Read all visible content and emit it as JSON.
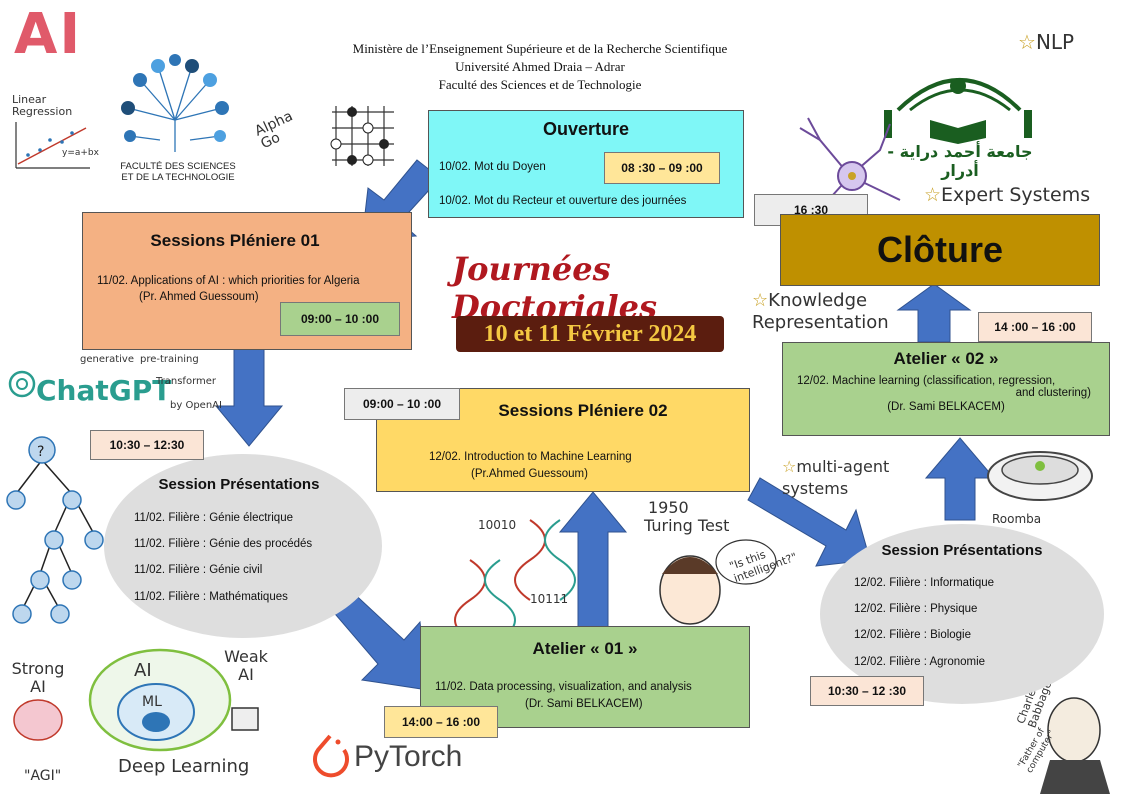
{
  "header": {
    "line1": "Ministère de l’Enseignement Supérieure et de la Recherche Scientifique",
    "line2": "Université Ahmed Draia – Adrar",
    "line3": "Faculté des Sciences et de Technologie"
  },
  "event": {
    "title": "Journées Doctoriales",
    "dates": "10 et 11 Février 2024"
  },
  "logos": {
    "ai": "AI",
    "faculty_line1": "FACULTÉ DES SCIENCES",
    "faculty_line2": "ET DE LA TECHNOLOGIE",
    "university_arabic": "جامعة أحمد دراية - أدرار",
    "pytorch": "PyTorch"
  },
  "ouverture": {
    "title": "Ouverture",
    "line1": "10/02. Mot du Doyen",
    "line2": "10/02. Mot du Recteur et ouverture des journées",
    "time": "08 :30 – 09 :00"
  },
  "pleniere1": {
    "title": "Sessions Pléniere 01",
    "line1": "11/02. Applications of AI : which priorities for Algeria",
    "line2": "(Pr. Ahmed Guessoum)",
    "time": "09:00 – 10 :00"
  },
  "pleniere2": {
    "title": "Sessions Pléniere 02",
    "line1": "12/02. Introduction to Machine Learning",
    "line2": "(Pr.Ahmed Guessoum)",
    "time": "09:00 – 10 :00"
  },
  "presentations1": {
    "title": "Session Présentations",
    "time": "10:30 – 12:30",
    "items": [
      {
        "date": "11/02.",
        "label": "Filière :",
        "value": "Génie électrique"
      },
      {
        "date": "11/02.",
        "label": "Filière :",
        "value": "Génie des procédés"
      },
      {
        "date": "11/02.",
        "label": "Filière :",
        "value": "Génie civil"
      },
      {
        "date": "11/02.",
        "label": "Filière :",
        "value": "Mathématiques"
      }
    ]
  },
  "presentations2": {
    "title": "Session Présentations",
    "time": "10:30 – 12 :30",
    "items": [
      {
        "date": "12/02.",
        "label": "Filière :",
        "value": "Informatique"
      },
      {
        "date": "12/02.",
        "label": "Filière :",
        "value": "Physique"
      },
      {
        "date": "12/02.",
        "label": "Filière :",
        "value": "Biologie"
      },
      {
        "date": "12/02.",
        "label": "Filière :",
        "value": "Agronomie"
      }
    ]
  },
  "atelier1": {
    "title": "Atelier « 01 »",
    "line1": "11/02. Data processing, visualization, and analysis",
    "line2": "(Dr. Sami BELKACEM)",
    "time": "14:00 – 16 :00"
  },
  "atelier2": {
    "title": "Atelier « 02 »",
    "line1": "12/02. Machine learning (classification, regression,",
    "line2": "and clustering)",
    "line3": "(Dr. Sami BELKACEM)",
    "time": "14 :00 – 16 :00"
  },
  "cloture": {
    "title": "Clôture",
    "time": "16 :30"
  },
  "sketch_labels": {
    "linear_regression": "Linear Regression",
    "linear_formula": "y=a+bx",
    "alpha_go": "Alpha Go",
    "chatgpt": "ChatGPT",
    "generative": "generative",
    "pretraining": "pre-training",
    "transformer": "Transformer",
    "by_openai": "by OpenAI",
    "nlp": "NLP",
    "expert_systems": "Expert Systems",
    "knowledge_representation": "Knowledge Representation",
    "multi_agent": "multi-agent systems",
    "roomba": "Roomba",
    "turing_year": "1950",
    "turing_test": "Turing Test",
    "is_this_intelligent": "\"Is this intelligent?\"",
    "binary1": "10010",
    "binary2": "10111",
    "strong_ai": "Strong AI",
    "weak_ai": "Weak AI",
    "ai_circle": "AI",
    "ml_circle": "ML",
    "agi": "\"AGI\"",
    "deep_learning": "Deep Learning",
    "babbage": "Charles Babbage",
    "father_of_computer": "\"Father of computer\""
  },
  "colors": {
    "ouverture": "#7ff7f7",
    "pleniere1": "#f4b183",
    "pleniere2": "#ffd966",
    "atelier": "#a9d18e",
    "cloture": "#bf9000",
    "time_yellow": "#ffe699",
    "time_peach": "#fbe5d6",
    "time_gray": "#ededed",
    "ellipse": "#dedede",
    "arrow": "#4472c4"
  }
}
